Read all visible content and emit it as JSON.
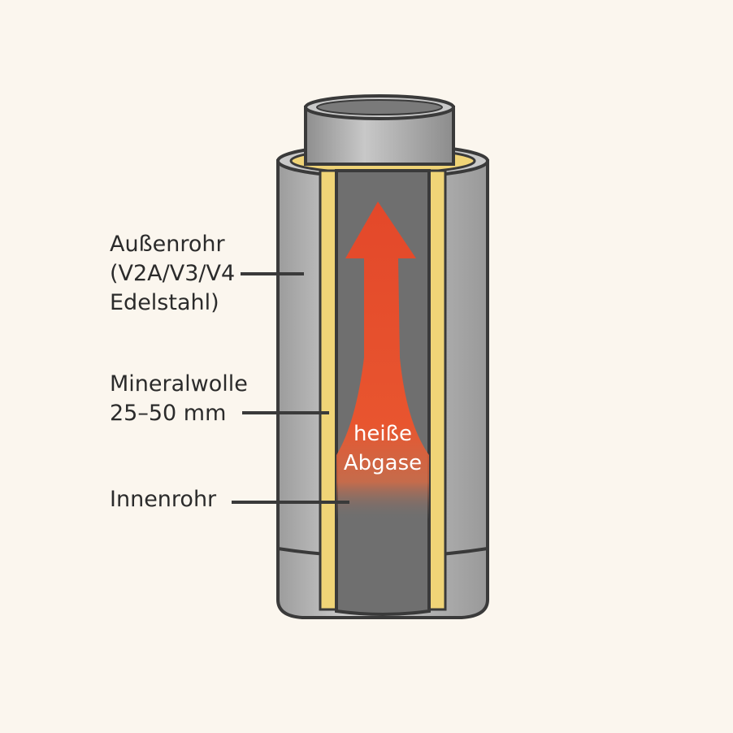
{
  "labels": {
    "outer_pipe": [
      "Außenrohr",
      "(V2A/V3/V4",
      "Edelstahl)"
    ],
    "insulation": [
      "Mineralwolle",
      "25–50 mm"
    ],
    "inner_pipe": [
      "Innenrohr"
    ]
  },
  "flow_label": [
    "heiße",
    "Abgase"
  ],
  "colors": {
    "background": "#fbf6ee",
    "outline": "#3a3a3a",
    "steel_outer": "#b8b8b8",
    "steel_inner": "#6f6f6f",
    "insulation": "#f0d477",
    "flow": "#e5502e"
  }
}
